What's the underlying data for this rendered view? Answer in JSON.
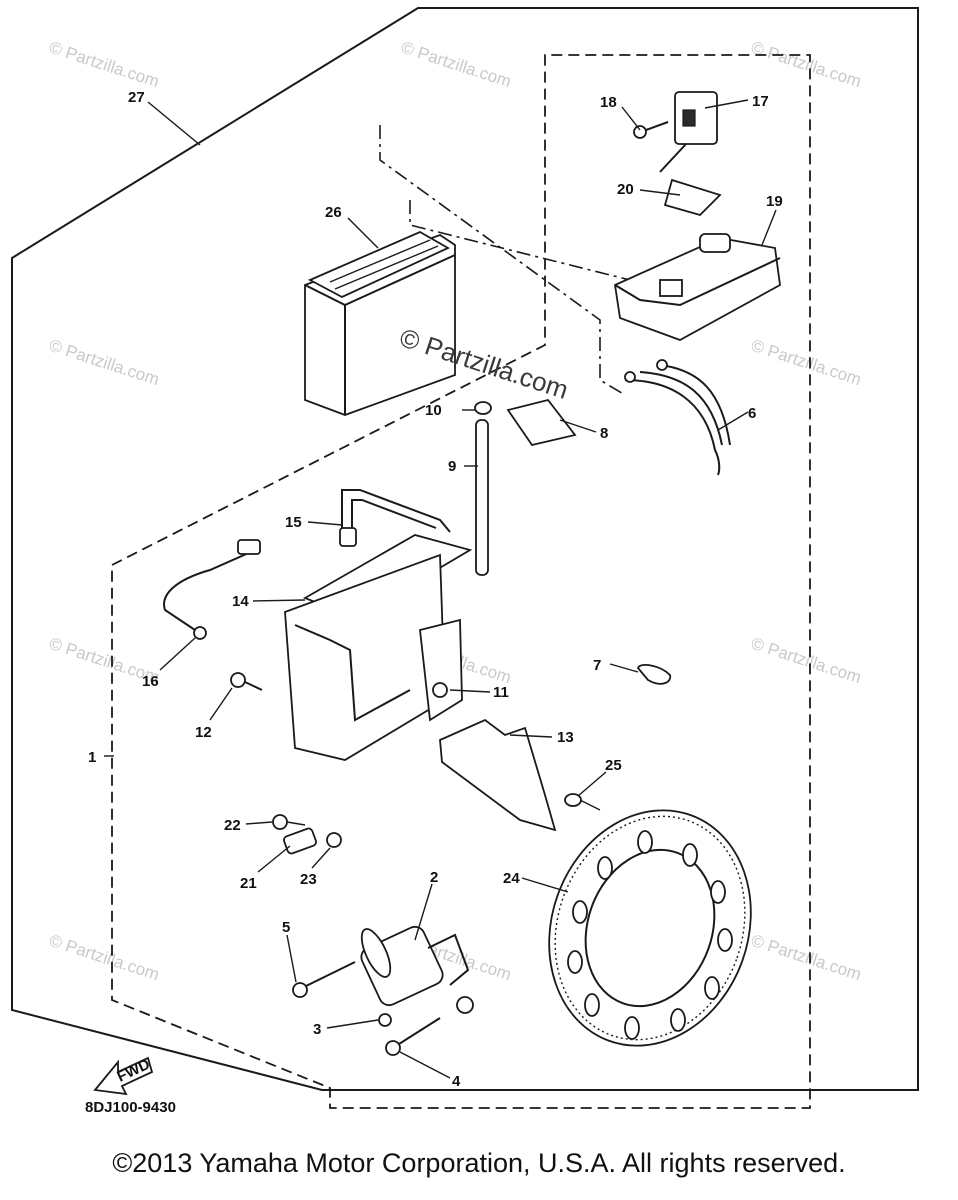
{
  "diagram": {
    "callouts": [
      "27",
      "26",
      "18",
      "17",
      "20",
      "19",
      "10",
      "8",
      "9",
      "6",
      "15",
      "14",
      "16",
      "12",
      "11",
      "7",
      "13",
      "1",
      "25",
      "22",
      "21",
      "23",
      "2",
      "24",
      "5",
      "3",
      "4"
    ],
    "drawing_code": "8DJ100-9430",
    "fwd_label": "FWD",
    "watermark": "© Partzilla.com",
    "watermark_center": "© Partzilla.com"
  },
  "copyright": "©2013 Yamaha Motor Corporation, U.S.A. All rights reserved."
}
